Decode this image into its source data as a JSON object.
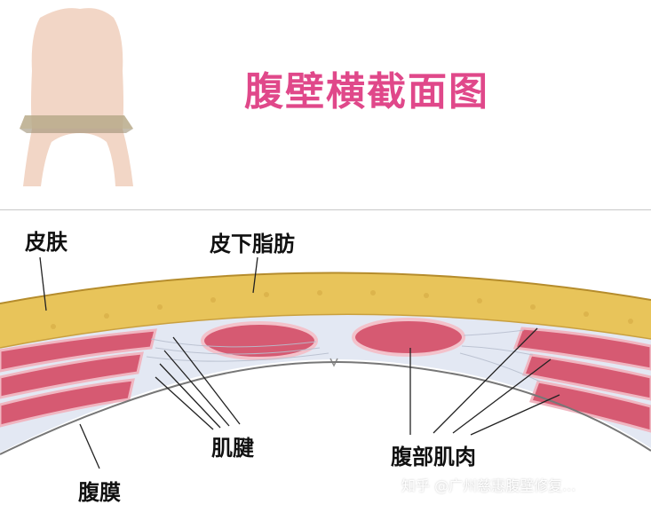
{
  "title": "腹壁横截面图",
  "labels": {
    "skin": "皮肤",
    "subcutaneous_fat": "皮下脂肪",
    "tendon": "肌腱",
    "abdominal_muscle": "腹部肌肉",
    "peritoneum": "腹膜"
  },
  "watermark": "知乎 @广州慈惠腹壁修复...",
  "colors": {
    "title": "#e0488a",
    "skin_fat": "#e8c45a",
    "muscle": "#d65a72",
    "muscle_light": "#f3c2cb",
    "fascia": "#dfe5f2",
    "body_silhouette": "#f2d6c6"
  }
}
